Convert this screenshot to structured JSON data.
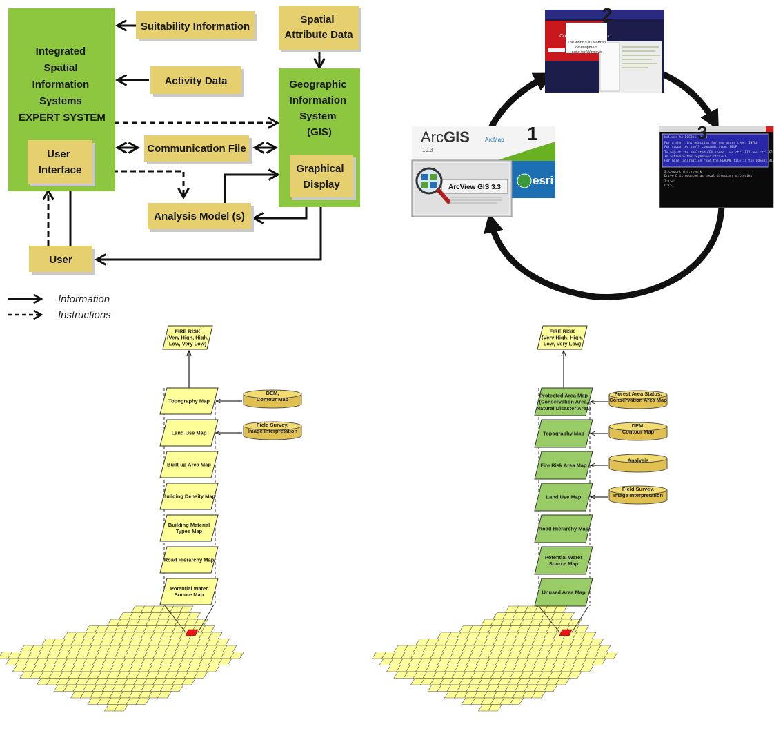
{
  "expert_system": {
    "main_block": [
      "Integrated",
      "Spatial",
      "Information",
      "Systems",
      "EXPERT SYSTEM"
    ],
    "user_interface": [
      "User",
      "Interface"
    ],
    "suitability_information": "Suitability Information",
    "spatial_attribute_data": [
      "Spatial",
      "Attribute Data"
    ],
    "activity_data": "Activity Data",
    "gis_block": [
      "Geographic",
      "Information",
      "System",
      "(GIS)"
    ],
    "communication_file": "Communication File",
    "graphical_display": [
      "Graphical",
      "Display"
    ],
    "analysis_models": "Analysis Model (s)",
    "user": "User",
    "legend": {
      "information": "Information",
      "instructions": "Instructions"
    }
  },
  "software_cycle": {
    "step_numbers": [
      "1",
      "2",
      "3"
    ],
    "arcgis": {
      "brand_prefix": "Arc",
      "brand_bold": "GIS",
      "product": "ArcMap",
      "version": "10.3",
      "arcview": "ArcView GIS 3.3",
      "esri": "esri"
    },
    "fortran": {
      "welcome": "Welcome to",
      "product": "Compaq Visual Fortran",
      "tagline": [
        "The world's #1 Fortran",
        "development",
        "suite for Windows"
      ]
    }
  },
  "left_stack": {
    "output": [
      "FIRE RISK",
      "(Very High, High,",
      "Low, Very Low)"
    ],
    "layers": [
      [
        "Topography Map"
      ],
      [
        "Land Use Map"
      ],
      [
        "Built-up Area Map"
      ],
      [
        "Building Density Map"
      ],
      [
        "Building Material",
        "Types Map"
      ],
      [
        "Road Hierarchy Map"
      ],
      [
        "Potential Water",
        "Source Map"
      ]
    ],
    "sources": [
      {
        "layer_index": 0,
        "label": [
          "DEM,",
          "Contour Map"
        ]
      },
      {
        "layer_index": 1,
        "label": [
          "Field Survey,",
          "Image Interpretation"
        ]
      }
    ]
  },
  "right_stack": {
    "output": [
      "FIRE RISK",
      "(Very High, High,",
      "Low, Very Low)"
    ],
    "layers": [
      [
        "Protected Area Map",
        "(Conservation Area,",
        "Natural Disaster Area)"
      ],
      [
        "Topography Map"
      ],
      [
        "Fire Risk Area Map"
      ],
      [
        "Land Use Map"
      ],
      [
        "Road Hierarchy Map"
      ],
      [
        "Potential Water",
        "Source Map"
      ],
      [
        "Unused Area Map"
      ]
    ],
    "sources": [
      {
        "layer_index": 0,
        "label": [
          "Forest Area Status,",
          "Conservation Area Map"
        ]
      },
      {
        "layer_index": 1,
        "label": [
          "DEM,",
          "Contour Map"
        ]
      },
      {
        "layer_index": 2,
        "label": [
          "Analysis"
        ]
      },
      {
        "layer_index": 3,
        "label": [
          "Field Survey,",
          "Image Interpretation"
        ]
      }
    ]
  },
  "colors": {
    "box_fill": "#e6cf6e",
    "gis_green": "#8dc63f",
    "layer_yellow": "#ffff99",
    "layer_green": "#99cc66",
    "cell_highlight": "#e8141c"
  }
}
